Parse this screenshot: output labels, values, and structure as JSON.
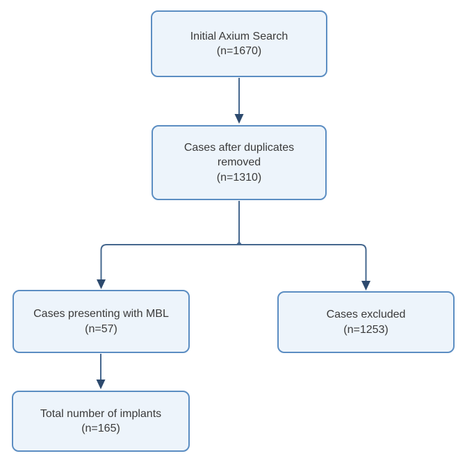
{
  "diagram": {
    "type": "flowchart",
    "colors": {
      "background": "#ffffff",
      "box_fill": "#edf4fb",
      "box_border": "#5b8dc2",
      "connector": "#45678e",
      "arrowhead": "#2d4a6e",
      "text": "#3a3a3a"
    },
    "nodes": [
      {
        "id": "initial-search",
        "lines": [
          "Initial Axium Search",
          "(n=1670)"
        ],
        "label": "Initial Axium Search",
        "n": 1670
      },
      {
        "id": "after-duplicates",
        "lines": [
          "Cases after duplicates",
          "removed",
          "(n=1310)"
        ],
        "label": "Cases after duplicates removed",
        "n": 1310
      },
      {
        "id": "mbl-cases",
        "lines": [
          "Cases presenting with MBL",
          "(n=57)"
        ],
        "label": "Cases presenting with MBL",
        "n": 57
      },
      {
        "id": "cases-excluded",
        "lines": [
          "Cases excluded",
          "(n=1253)"
        ],
        "label": "Cases excluded",
        "n": 1253
      },
      {
        "id": "total-implants",
        "lines": [
          "Total number of implants",
          "(n=165)"
        ],
        "label": "Total number of implants",
        "n": 165
      }
    ],
    "edges": [
      {
        "from": "initial-search",
        "to": "after-duplicates"
      },
      {
        "from": "after-duplicates",
        "to": "mbl-cases"
      },
      {
        "from": "after-duplicates",
        "to": "cases-excluded"
      },
      {
        "from": "mbl-cases",
        "to": "total-implants"
      }
    ]
  }
}
